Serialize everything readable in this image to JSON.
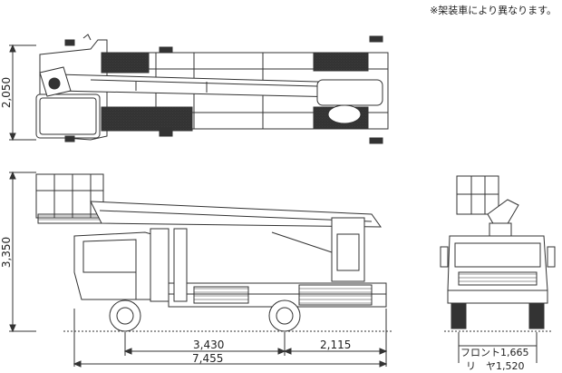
{
  "note": "※架装車により異なります。",
  "dimensions": {
    "top_width": "2,050",
    "height": "3,350",
    "wheelbase": "3,430",
    "rear_overhang": "2,115",
    "overall_length": "7,455",
    "front_tread": "フロント1,665",
    "rear_tread": "リ　ヤ1,520"
  },
  "colors": {
    "line": "#333333",
    "fill_light": "#ffffff",
    "hatch": "#666666"
  }
}
